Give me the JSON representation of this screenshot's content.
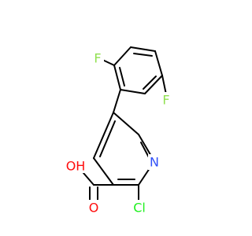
{
  "molecule": {
    "atoms": {
      "f_top": {
        "text": "F",
        "color": "#90E050"
      },
      "f_right": {
        "text": "F",
        "color": "#90E050"
      },
      "n_ring": {
        "text": "N",
        "color": "#3050F8"
      },
      "oh": {
        "text": "OH",
        "color": "#FF0D0D"
      },
      "o_carbonyl": {
        "text": "O",
        "color": "#FF0D0D"
      },
      "cl": {
        "text": "Cl",
        "color": "#1FF01F"
      }
    },
    "bond_color": "#000000",
    "background": "#FFFFFF"
  }
}
